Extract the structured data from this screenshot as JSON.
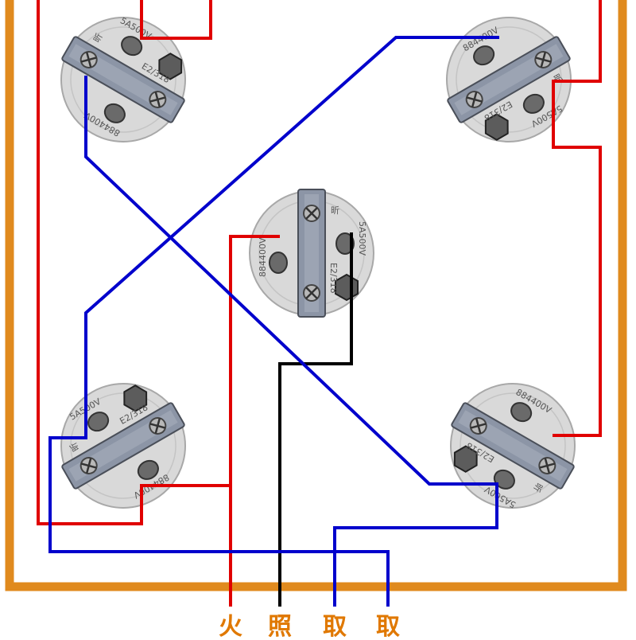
{
  "colors": {
    "frame": "#E08A1E",
    "live_wire": "#E00000",
    "neutral_wire": "#0000CC",
    "switched_wire": "#000000",
    "label": "#E07800",
    "porcelain": "#D9D9D9",
    "bracket": "#8C95A6"
  },
  "sockets": [
    {
      "id": "top-left",
      "marks": [
        "昕",
        "E2/318",
        "5A500V",
        "884400V"
      ]
    },
    {
      "id": "top-right",
      "marks": [
        "昕",
        "E2/318",
        "5A500V",
        "884400V"
      ]
    },
    {
      "id": "center",
      "marks": [
        "昕",
        "E2/318",
        "5A500V",
        "884400V"
      ]
    },
    {
      "id": "bottom-left",
      "marks": [
        "昕",
        "E2/318",
        "5A500V",
        "884400V"
      ]
    },
    {
      "id": "bottom-right",
      "marks": [
        "昕",
        "E2/318",
        "5A500V",
        "884400V"
      ]
    }
  ],
  "terminal_labels": [
    "火",
    "照",
    "取",
    "取"
  ],
  "wire_types": [
    "live",
    "switched",
    "neutral",
    "neutral"
  ]
}
